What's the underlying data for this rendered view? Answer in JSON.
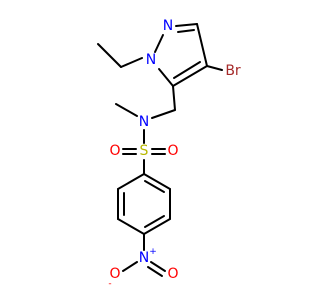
{
  "atoms": {
    "N_pyrazole_1": "N",
    "N_pyrazole_2": "N",
    "Br": "Br",
    "N_sulfonamide": "N",
    "S": "S",
    "O_left": "O",
    "O_right": "O",
    "N_nitro": "N",
    "N_nitro_charge": "+",
    "O_nitro_left": "O",
    "O_nitro_left_charge": "-",
    "O_nitro_right": "O"
  },
  "colors": {
    "bond": "#000000",
    "nitrogen": "#0000ff",
    "oxygen": "#ff0000",
    "bromine": "#a52a2a",
    "sulfur": "#b8b800"
  }
}
